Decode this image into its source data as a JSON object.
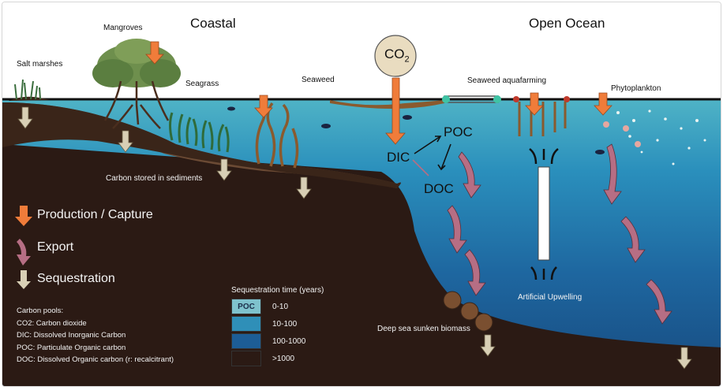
{
  "headings": {
    "coastal": "Coastal",
    "open_ocean": "Open Ocean"
  },
  "habitats": {
    "salt_marshes": "Salt marshes",
    "mangroves": "Mangroves",
    "seagrass": "Seagrass",
    "seaweed": "Seaweed",
    "seaweed_aquafarming": "Seaweed aquafarming",
    "phytoplankton": "Phytoplankton"
  },
  "co2_label": "CO2",
  "carbon_species": {
    "dic": "DIC",
    "poc": "POC",
    "doc": "DOC"
  },
  "annotations": {
    "sediments": "Carbon stored in sediments",
    "artificial_upwelling": "Artificial Upwelling",
    "deep_sea_biomass": "Deep sea sunken biomass"
  },
  "legend": {
    "production": "Production / Capture",
    "export": "Export",
    "sequestration": "Sequestration"
  },
  "carbon_pools": {
    "title": "Carbon pools:",
    "items": [
      "CO2: Carbon dioxide",
      "DIC: Dissolved Inorganic Carbon",
      "POC: Particulate Organic carbon",
      "DOC: Dissolved Organic carbon (r: recalcitrant)"
    ]
  },
  "sequestration_time": {
    "title": "Sequestration time (years)",
    "swatch_label": "POC",
    "rows": [
      {
        "range": "0-10",
        "color": "#7fc2cd"
      },
      {
        "range": "10-100",
        "color": "#2f8fb8"
      },
      {
        "range": "100-1000",
        "color": "#1d5d96"
      },
      {
        "range": ">1000",
        "color": "#2b1a14"
      }
    ]
  },
  "colors": {
    "production_arrow": "#f07c3a",
    "export_arrow": "#b66e84",
    "sequestration_arrow": "#d8cfb5",
    "sediment": "#2b1a14",
    "shelf": "#6b4a34"
  }
}
